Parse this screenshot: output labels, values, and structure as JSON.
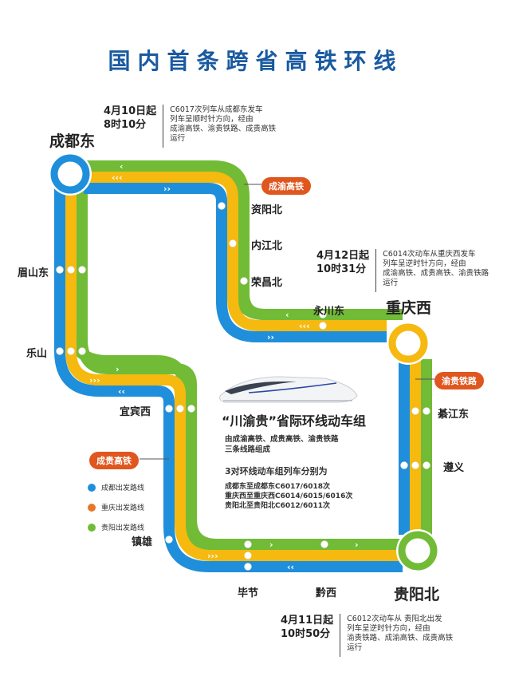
{
  "title": "国内首条跨省高铁环线",
  "colors": {
    "blue": "#1f8fdc",
    "yellow": "#f5b90f",
    "green": "#72bb36",
    "tag_orange": "#e0561f",
    "title_blue": "#1a5aa0"
  },
  "hubs": {
    "chengdudong": "成都东",
    "chongqingxi": "重庆西",
    "guiyangbei": "贵阳北"
  },
  "stations": {
    "ziyangbei": "资阳北",
    "neijiangbei": "内江北",
    "rongchangbei": "荣昌北",
    "yongchuandong": "永川东",
    "qijiangdong": "綦江东",
    "zunyi": "遵义",
    "qianxi": "黔西",
    "bijie": "毕节",
    "zhenxiong": "镇雄",
    "yibinxi": "宜宾西",
    "leshan": "乐山",
    "meishandong": "眉山东"
  },
  "line_tags": {
    "chengyu": "成渝高铁",
    "yugui": "渝贵铁路",
    "chenggui": "成贵高铁"
  },
  "notes": [
    {
      "date": "4月10日起",
      "time": "8时10分",
      "lines": [
        "C6017次列车从成都东发车",
        "列车呈顺时针方向，经由",
        "成渝高铁、渝贵铁路、成贵高铁",
        "运行"
      ]
    },
    {
      "date": "4月12日起",
      "time": "10时31分",
      "lines": [
        "C6014次动车从重庆西发车",
        "列车呈逆时针方向，经由",
        "成渝高铁、成贵高铁、渝贵铁路",
        "运行"
      ]
    },
    {
      "date": "4月11日起",
      "time": "10时50分",
      "lines": [
        "C6012次动车从 贵阳北出发",
        "列车呈逆时针方向，经由",
        "渝贵铁路、成渝高铁、成贵高铁",
        "运行"
      ]
    }
  ],
  "legend": [
    {
      "label": "成都出发路线",
      "color": "#1f8fdc"
    },
    {
      "label": "重庆出发路线",
      "color": "#e8762a"
    },
    {
      "label": "贵阳出发路线",
      "color": "#72bb36"
    }
  ],
  "info": {
    "headline": "“川渝贵”省际环线动车组",
    "sub1": "由成渝高铁、成贵高铁、渝贵铁路",
    "sub2": "三条线路组成",
    "heading2": "3对环线动车组列车分别为",
    "trains": [
      "成都东至成都东C6017/6018次",
      "重庆西至重庆西C6014/6015/6016次",
      "贵阳北至贵阳北C6012/6011次"
    ]
  }
}
